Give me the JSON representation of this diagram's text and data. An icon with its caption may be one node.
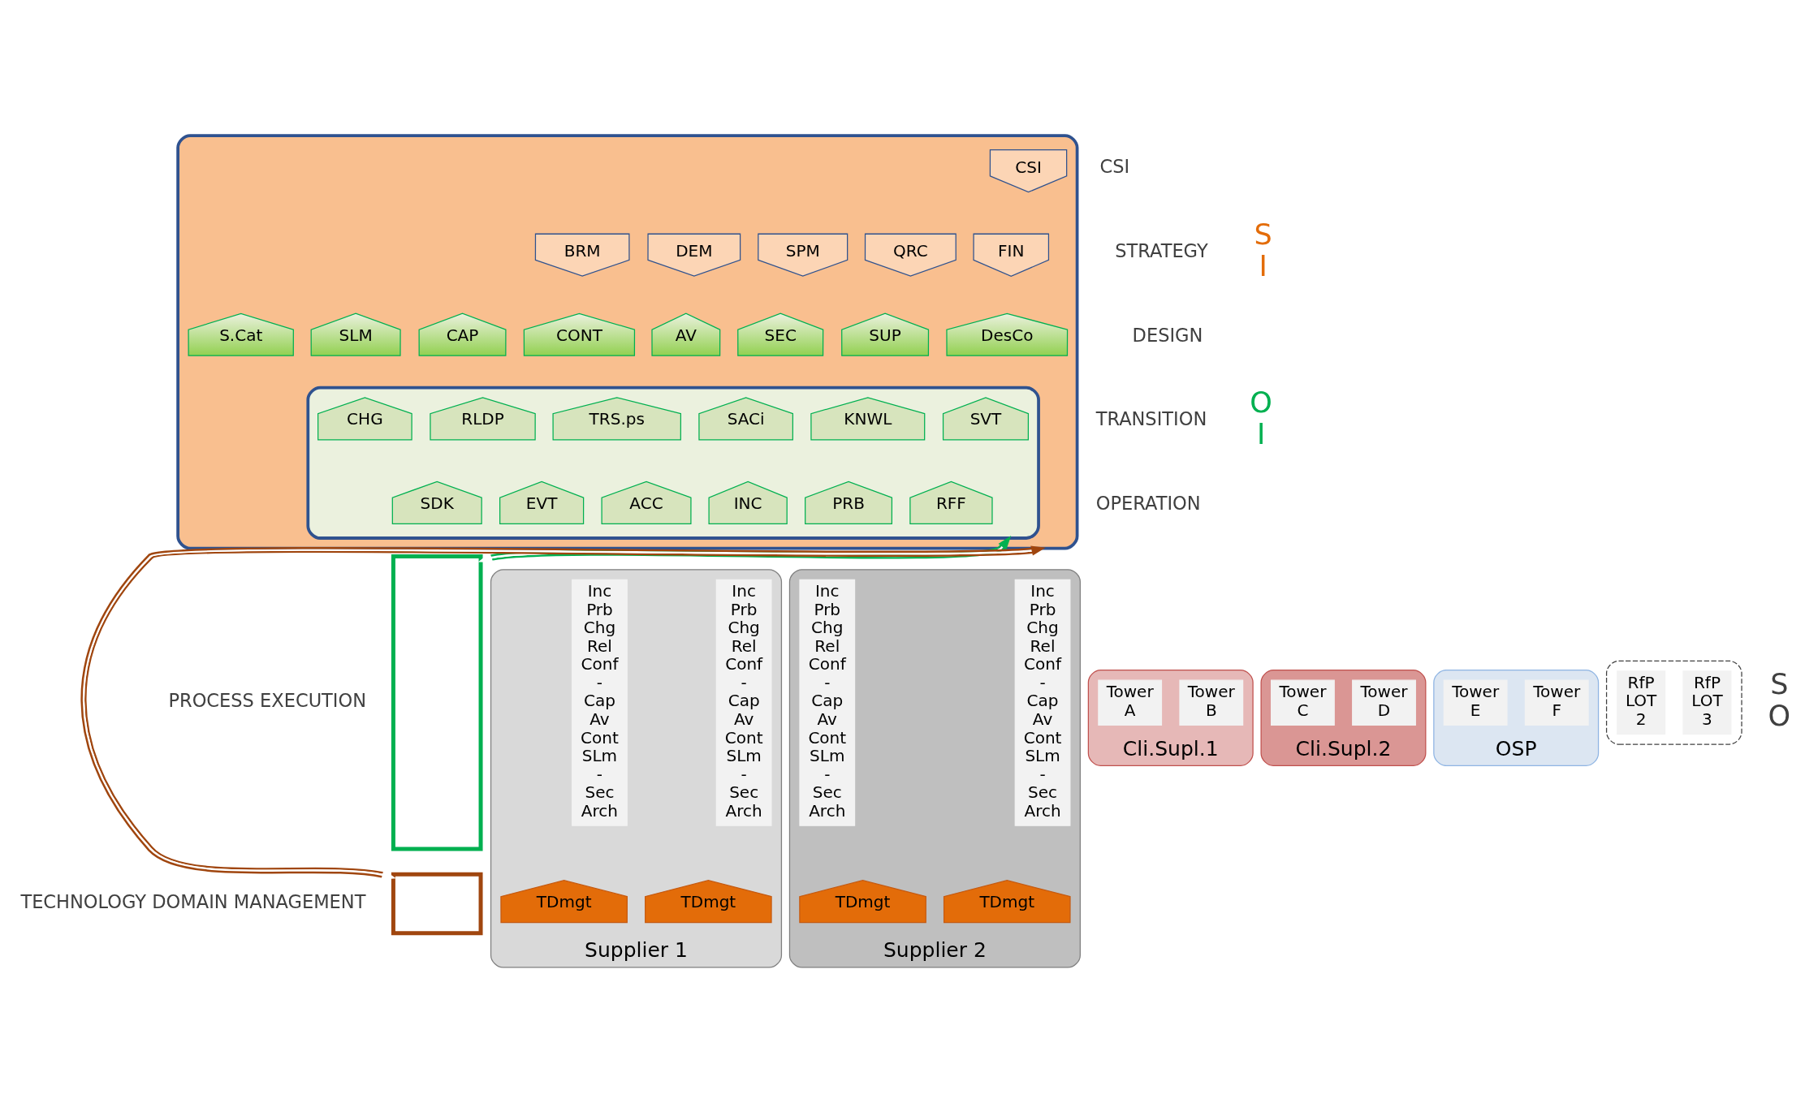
{
  "diagram": {
    "nodes": [
      {
        "text": [],
        "shape": "box"
      },
      {
        "text": [
          "CSI"
        ],
        "in": 0
      },
      {
        "text": [
          "BRM"
        ],
        "in": 0
      },
      {
        "text": [
          "DEM"
        ],
        "in": 0
      },
      {
        "text": [
          "SPM"
        ],
        "in": 0
      },
      {
        "text": [
          "QRC"
        ],
        "in": 0
      },
      {
        "text": [
          "FIN"
        ],
        "in": 0
      },
      {
        "text": [
          "S.Cat"
        ],
        "in": 0
      },
      {
        "text": [
          "SLM"
        ],
        "in": 0
      },
      {
        "text": [
          "CAP"
        ],
        "in": 0
      },
      {
        "text": [
          "CONT"
        ],
        "in": 0
      },
      {
        "text": [
          "AV"
        ],
        "in": 0
      },
      {
        "text": [
          "SEC"
        ],
        "in": 0
      },
      {
        "text": [
          "SUP"
        ],
        "in": 0
      },
      {
        "text": [
          "DesCo"
        ],
        "in": 0
      },
      {
        "text": [],
        "shape": "box",
        "in": 0
      },
      {
        "text": [
          "CHG"
        ],
        "in": 15
      },
      {
        "text": [
          "RLDP"
        ],
        "in": 15
      },
      {
        "text": [
          "TRS.ps"
        ],
        "in": 15
      },
      {
        "text": [
          "SACi"
        ],
        "in": 15
      },
      {
        "text": [
          "KNWL"
        ],
        "in": 15
      },
      {
        "text": [
          "SVT"
        ],
        "in": 15
      },
      {
        "text": [
          "SDK"
        ],
        "in": 15
      },
      {
        "text": [
          "EVT"
        ],
        "in": 15
      },
      {
        "text": [
          "ACC"
        ],
        "in": 15
      },
      {
        "text": [
          "INC"
        ],
        "in": 15
      },
      {
        "text": [
          "PRB"
        ],
        "in": 15
      },
      {
        "text": [
          "RFF"
        ],
        "in": 15
      },
      {
        "text": [
          "Supplier 1"
        ]
      },
      {
        "text": [
          "Inc Prb Chg Rel Conf - Cap Av Cont SLm - Sec Arch"
        ],
        "in": 28
      },
      {
        "text": [
          "Inc Prb Chg Rel Conf - Cap Av Cont SLm - Sec Arch"
        ],
        "in": 28
      },
      {
        "text": [
          "TDmgt"
        ],
        "in": 28
      },
      {
        "text": [
          "TDmgt"
        ],
        "in": 28
      },
      {
        "text": [
          "Supplier 2"
        ]
      },
      {
        "text": [
          "Inc Prb Chg Rel Conf - Cap Av Cont SLm - Sec Arch"
        ],
        "in": 33
      },
      {
        "text": [
          "Inc Prb Chg Rel Conf - Cap Av Cont SLm - Sec Arch"
        ],
        "in": 33
      },
      {
        "text": [
          "TDmgt"
        ],
        "in": 33
      },
      {
        "text": [
          "TDmgt"
        ],
        "in": 33
      },
      {
        "text": [
          "Cli.Supl.1"
        ]
      },
      {
        "text": [
          "Tower A"
        ],
        "in": 38
      },
      {
        "text": [
          "Tower B"
        ],
        "in": 38
      },
      {
        "text": [
          "Cli.Supl.2"
        ]
      },
      {
        "text": [
          "Tower C"
        ],
        "in": 41
      },
      {
        "text": [
          "Tower D"
        ],
        "in": 41
      },
      {
        "text": [
          "OSP"
        ]
      },
      {
        "text": [
          "Tower E"
        ],
        "in": 44
      },
      {
        "text": [
          "Tower F"
        ],
        "in": 44
      },
      {
        "text": [],
        "shape": "box"
      },
      {
        "text": [
          "RfP LOT 2"
        ],
        "in": 47
      },
      {
        "text": [
          "RfP LOT 3"
        ],
        "in": 47
      },
      {
        "text": [],
        "shape": "box"
      },
      {
        "text": [],
        "shape": "box"
      }
    ],
    "edges": [
      {
        "from": 50,
        "to": 15,
        "arrow": "both",
        "color": "#00b050"
      },
      {
        "from": 51,
        "to": 0,
        "arrow": "both",
        "color": "#a0460f"
      }
    ],
    "labels": [
      "CSI",
      "STRATEGY",
      "DESIGN",
      "TRANSITION",
      "OPERATION",
      "PROCESS EXECUTION",
      "TECHNOLOGY DOMAIN MANAGEMENT",
      "S I",
      "O I",
      "S O"
    ]
  }
}
